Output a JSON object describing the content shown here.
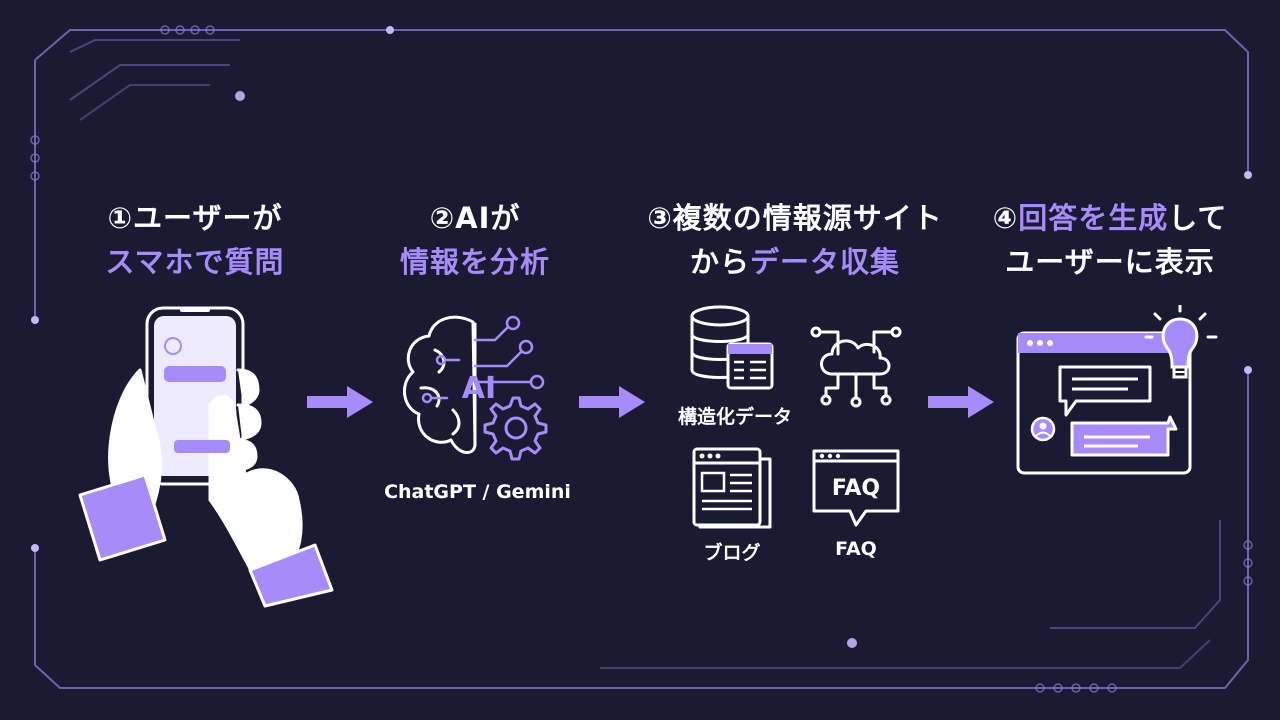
{
  "steps": [
    {
      "line1": "①ユーザーが",
      "line2": "スマホで質問"
    },
    {
      "line1": "②AIが",
      "line2": "情報を分析"
    },
    {
      "line1": "③複数の情報源サイト",
      "line2_prefix": "から",
      "line2_accent": "データ収集"
    },
    {
      "line1_prefix": "④",
      "line1_accent": "回答を生成",
      "line1_suffix": "して",
      "line2": "ユーザーに表示"
    }
  ],
  "labels": {
    "ai_models": "ChatGPT / Gemini",
    "structured_data": "構造化データ",
    "blog": "ブログ",
    "faq": "FAQ",
    "faq_icon_text": "FAQ",
    "brain_text": "AI"
  },
  "colors": {
    "background": "#1a1a33",
    "accent": "#a78bfa",
    "line": "#ffffff"
  }
}
